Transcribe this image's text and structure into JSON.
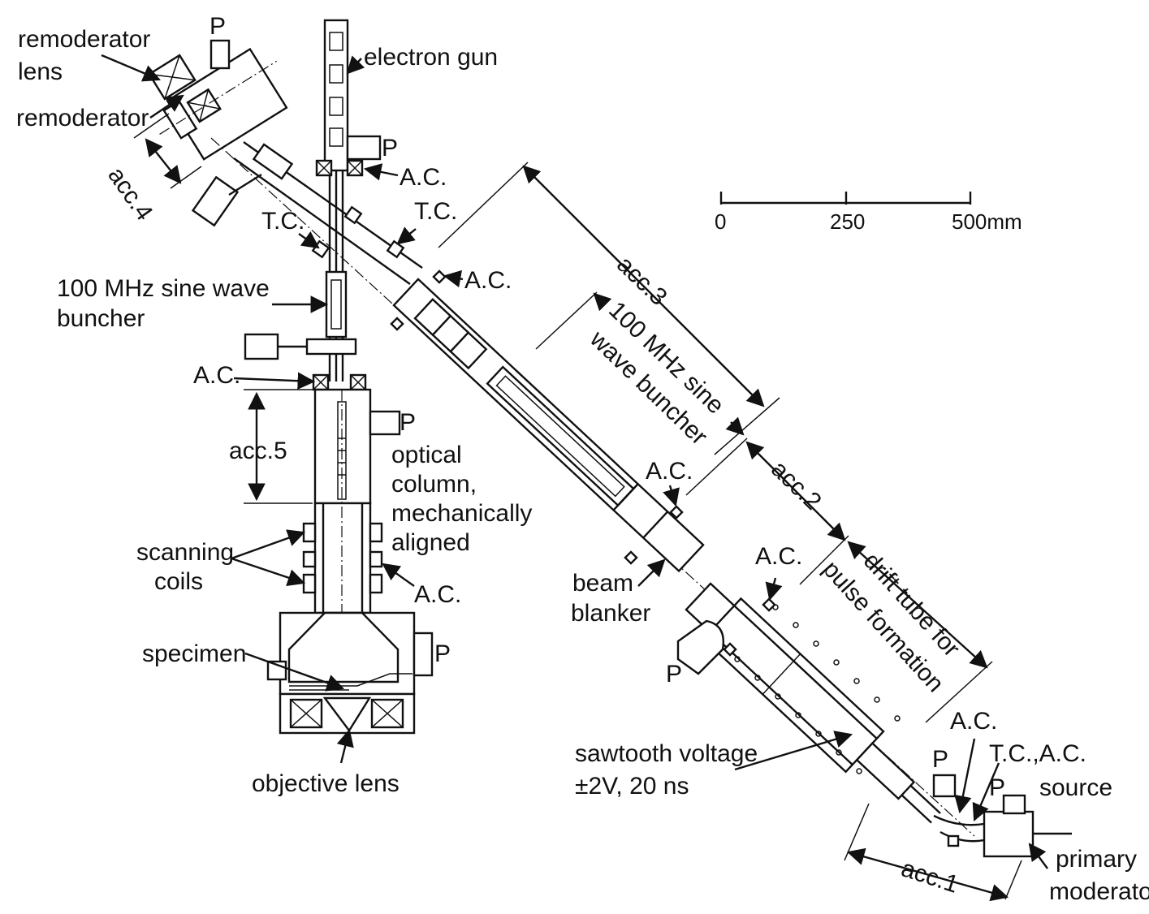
{
  "labels": {
    "remoderator_lens_l1": "remoderator",
    "remoderator_lens_l2": "lens",
    "remoderator": "remoderator",
    "electron_gun": "electron gun",
    "acc4": "acc.4",
    "tc_left": "T.C.",
    "tc_mid": "T.C.",
    "ac_gun": "A.C.",
    "ac_diag_top": "A.C.",
    "buncher100_l1": "100 MHz sine wave",
    "buncher100_l2": "buncher",
    "ac_column_top": "A.C.",
    "acc5": "acc.5",
    "optical_l1": "optical",
    "optical_l2": "column,",
    "optical_l3": "mechanically",
    "optical_l4": "aligned",
    "scanning_l1": "scanning",
    "scanning_l2": "coils",
    "ac_scan": "A.C.",
    "specimen": "specimen",
    "objective_lens": "objective lens",
    "acc3": "acc.3",
    "diag_buncher_l1": "100 MHz sine",
    "diag_buncher_l2": "wave buncher",
    "acc2": "acc.2",
    "drift_l1": "drift tube for",
    "drift_l2": "pulse formation",
    "ac_diag_mid": "A.C.",
    "beam_blanker_l1": "beam",
    "beam_blanker_l2": "blanker",
    "ac_drift": "A.C.",
    "ac_lower": "A.C.",
    "tcac": "T.C.,A.C.",
    "source": "source",
    "sawtooth_l1": "sawtooth voltage",
    "sawtooth_l2": "±2V, 20 ns",
    "primary_l1": "primary",
    "primary_l2": "moderator",
    "acc1": "acc.1",
    "p_top": "P",
    "p_gun": "P",
    "p_column": "P",
    "p_chamber": "P",
    "p_lower": "P",
    "p_source_a": "P",
    "p_source_b": "P"
  },
  "scale_bar": {
    "tick_labels": [
      "0",
      "250",
      "500mm"
    ]
  }
}
